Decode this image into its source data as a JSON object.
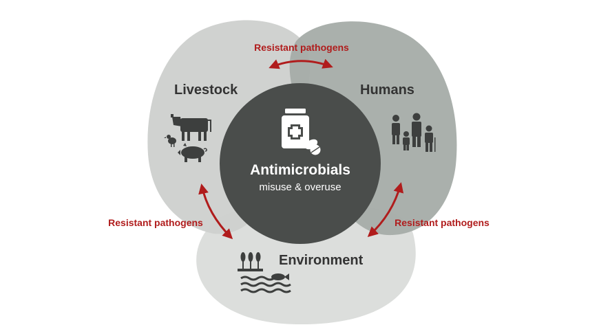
{
  "colors": {
    "arrow": "#b01c1c",
    "center": "#4a4d4b",
    "icon": "#3d3f3e",
    "livestock_blob": "#cdd0cd",
    "humans_blob": "#a5aca8",
    "environment_blob": "#dcdedc"
  },
  "center": {
    "title": "Antimicrobials",
    "subtitle": "misuse & overuse",
    "icon": "medicine-bottle-and-pills-icon"
  },
  "nodes": {
    "livestock": {
      "label": "Livestock",
      "icon": "livestock-icon"
    },
    "humans": {
      "label": "Humans",
      "icon": "family-people-icon"
    },
    "environment": {
      "label": "Environment",
      "icon": "crops-water-fish-icon"
    }
  },
  "links": {
    "top": {
      "label": "Resistant pathogens",
      "between": [
        "Livestock",
        "Humans"
      ]
    },
    "left": {
      "label": "Resistant pathogens",
      "between": [
        "Livestock",
        "Environment"
      ]
    },
    "right": {
      "label": "Resistant pathogens",
      "between": [
        "Humans",
        "Environment"
      ]
    }
  }
}
